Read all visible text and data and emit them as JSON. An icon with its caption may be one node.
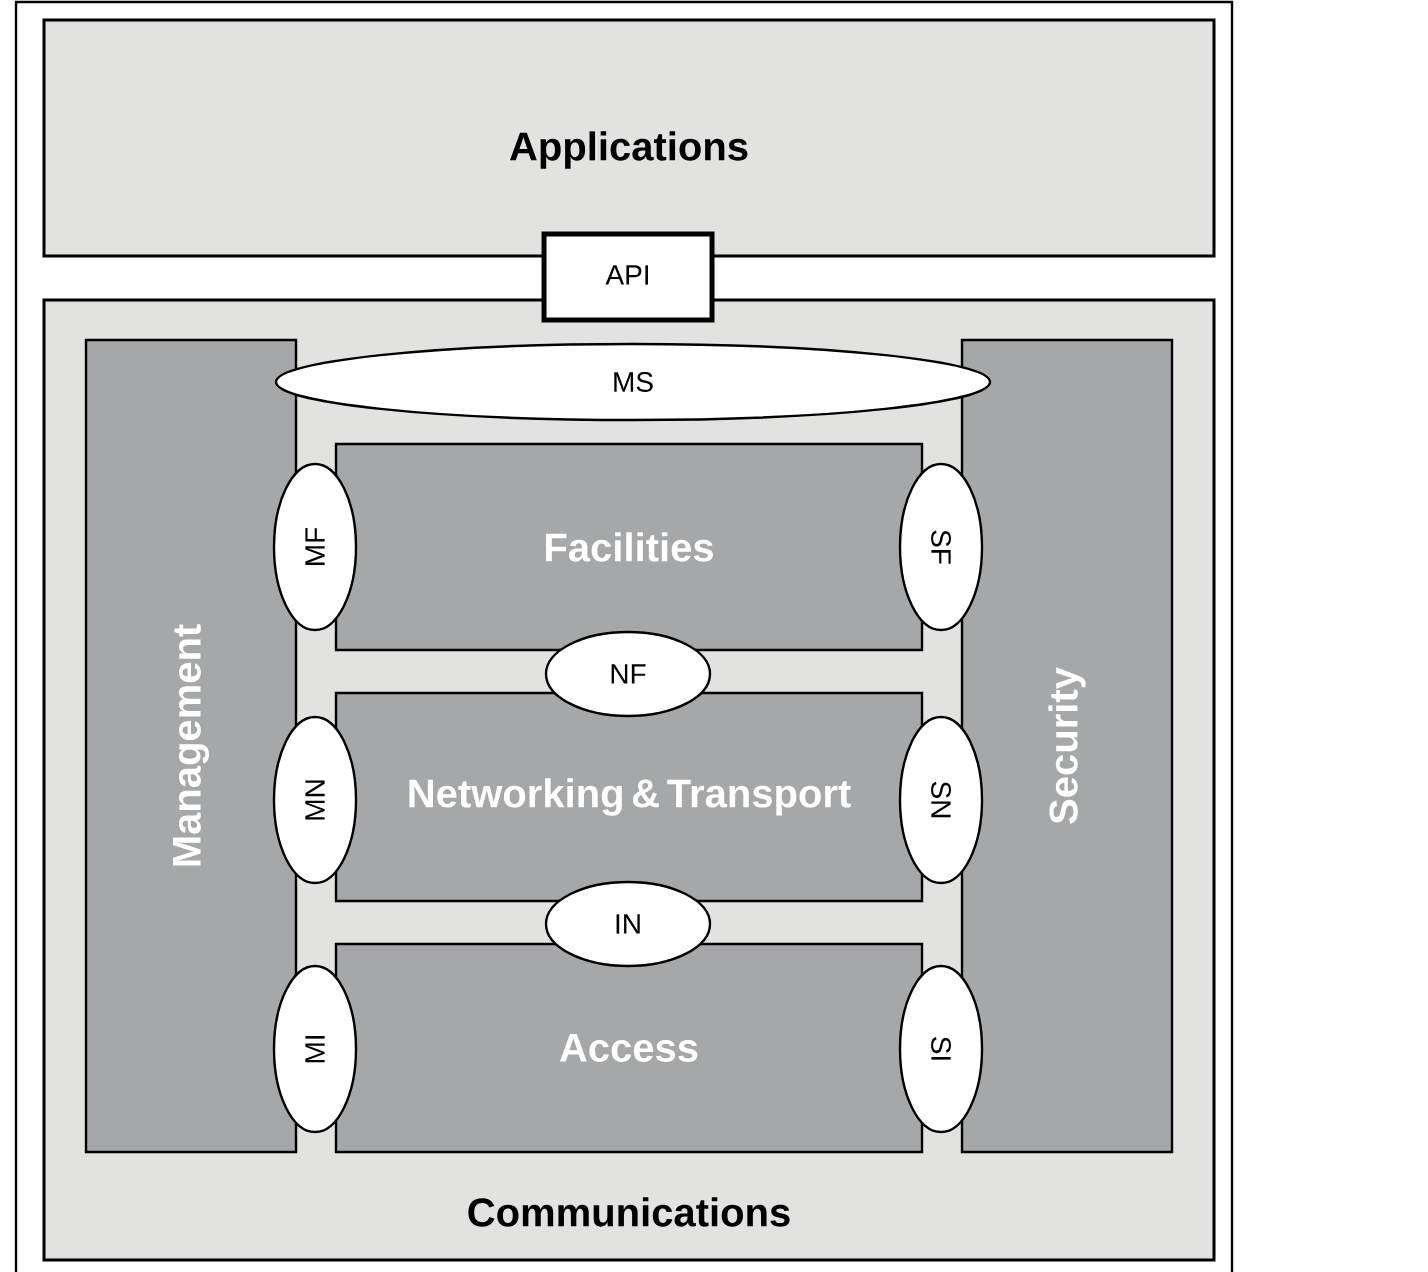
{
  "diagram": {
    "nodes": [
      {
        "text": [
          "Applications"
        ]
      },
      {
        "text": [
          "API"
        ]
      },
      {
        "text": [
          "Communications"
        ]
      },
      {
        "text": [
          "MS"
        ],
        "in": 2
      },
      {
        "text": [
          "Management"
        ],
        "in": 2
      },
      {
        "text": [
          "Facilities"
        ],
        "in": 2
      },
      {
        "text": [
          "Security"
        ],
        "in": 2
      },
      {
        "text": [
          "MF"
        ],
        "in": 2
      },
      {
        "text": [
          "SF"
        ],
        "in": 2
      },
      {
        "text": [
          "NF"
        ],
        "in": 2
      },
      {
        "text": [
          "Networking & Transport"
        ],
        "in": 2
      },
      {
        "text": [
          "MN"
        ],
        "in": 2
      },
      {
        "text": [
          "SN"
        ],
        "in": 2
      },
      {
        "text": [
          "IN"
        ],
        "in": 2
      },
      {
        "text": [
          "Access"
        ],
        "in": 2
      },
      {
        "text": [
          "MI"
        ],
        "in": 2
      },
      {
        "text": [
          "SI"
        ],
        "in": 2
      }
    ]
  }
}
